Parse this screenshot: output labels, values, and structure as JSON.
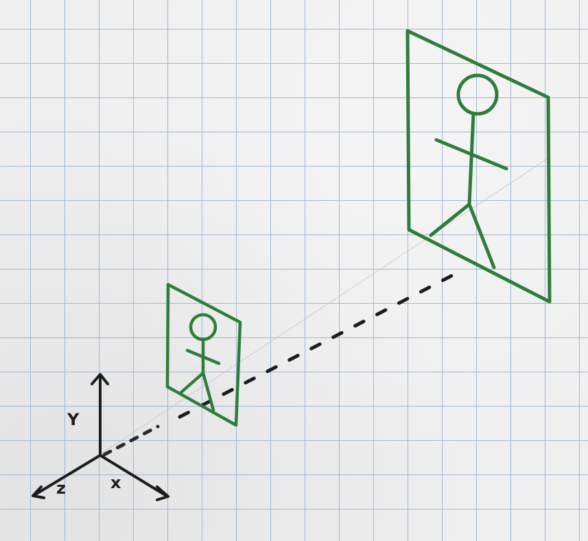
{
  "colors": {
    "paper": "#efefef",
    "grid_line": "#9fb6d8",
    "marker_green": "#2e7d3a",
    "marker_black": "#1c1c1c"
  },
  "axes": {
    "y_label": "Y",
    "x_label": "x",
    "z_label": "z"
  }
}
